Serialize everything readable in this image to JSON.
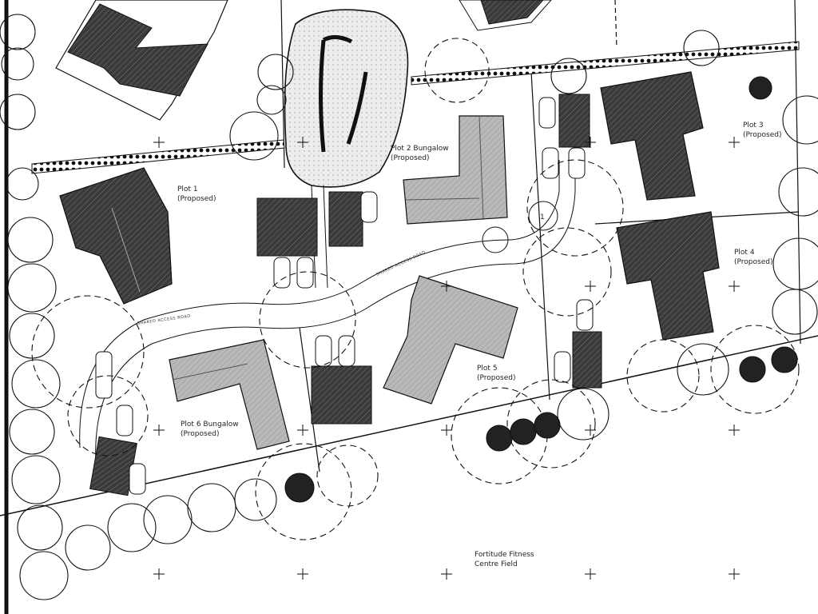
{
  "plots": {
    "plot1_name": "Plot 1",
    "plot1_status": "(Proposed)",
    "plot2_name": "Plot 2 Bungalow",
    "plot2_status": "(Proposed)",
    "plot3_name": "Plot 3",
    "plot3_status": "(Proposed)",
    "plot4_name": "Plot 4",
    "plot4_status": "(Proposed)",
    "plot5_name": "Plot 5",
    "plot5_status": "(Proposed)",
    "plot6_name": "Plot 6 Bungalow",
    "plot6_status": "(Proposed)"
  },
  "road": {
    "label_left": "SHARED ACCESS ROAD",
    "label_right": "SHARED ACCESS ROAD"
  },
  "field": {
    "line1": "Fortitude Fitness",
    "line2": "Centre Field"
  },
  "turning_head_marker": "1",
  "colors": {
    "line": "#111111",
    "roof_dark": "#3a3a3a",
    "roof_mid": "#8c8c8c",
    "roof_light": "#bdbdbd",
    "pond_fill": "#ececec"
  }
}
